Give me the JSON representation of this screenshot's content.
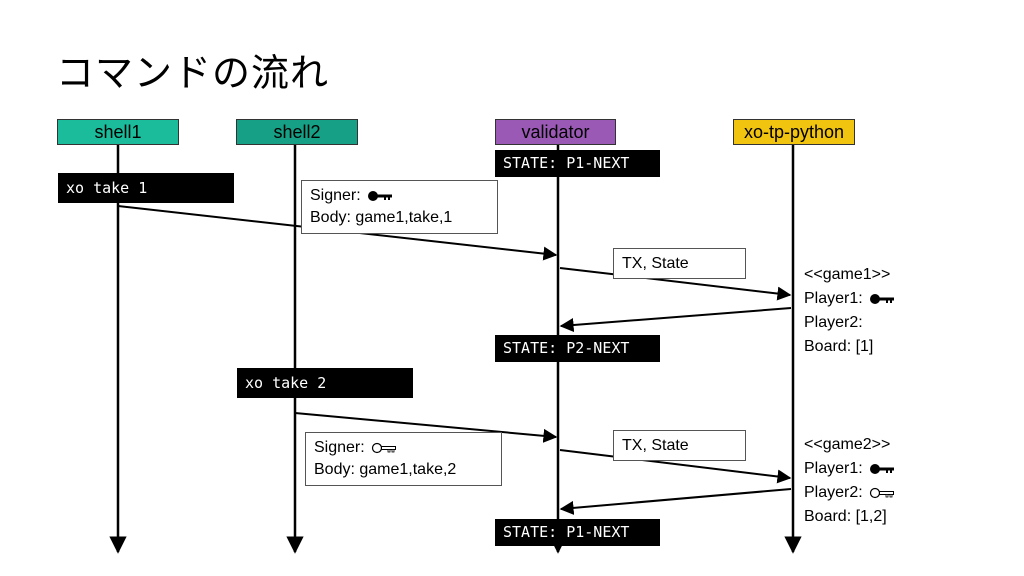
{
  "title": "コマンドの流れ",
  "actors": {
    "shell1": {
      "label": "shell1",
      "color": "#1ABC9C"
    },
    "shell2": {
      "label": "shell2",
      "color": "#16A085"
    },
    "validator": {
      "label": "validator",
      "color": "#9B59B6"
    },
    "xo_tp_python": {
      "label": "xo-tp-python",
      "color": "#F1C40F"
    }
  },
  "states": {
    "s1": "STATE: P1-NEXT",
    "s2": "STATE: P2-NEXT",
    "s3": "STATE: P1-NEXT"
  },
  "commands": {
    "c1": "xo take 1",
    "c2": "xo take 2"
  },
  "notes": {
    "tx1": {
      "signer": "Signer:",
      "body": "Body: game1,take,1",
      "key_icon": "black-key-icon"
    },
    "tx2": {
      "signer": "Signer:",
      "body": "Body: game1,take,2",
      "key_icon": "white-key-icon"
    },
    "txstate1": "TX, State",
    "txstate2": "TX, State"
  },
  "games": {
    "g1": {
      "name": "<<game1>>",
      "player1": "Player1:",
      "player2": "Player2:",
      "board": "Board: [1]"
    },
    "g2": {
      "name": "<<game2>>",
      "player1": "Player1:",
      "player2": "Player2:",
      "board": "Board: [1,2]"
    }
  }
}
